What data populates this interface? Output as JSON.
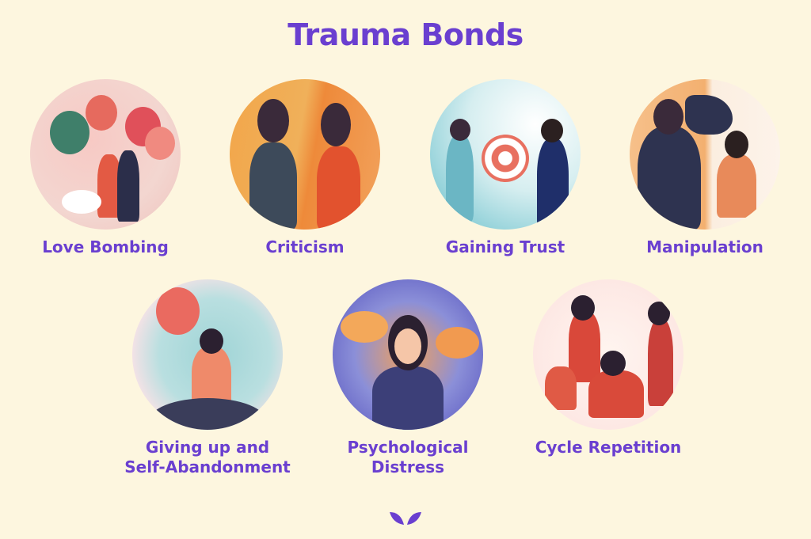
{
  "title": "Trauma Bonds",
  "stages": [
    {
      "label": "Love Bombing",
      "icon": "love-bombing-illustration"
    },
    {
      "label": "Criticism",
      "icon": "criticism-illustration"
    },
    {
      "label": "Gaining Trust",
      "icon": "gaining-trust-illustration"
    },
    {
      "label": "Manipulation",
      "icon": "manipulation-illustration"
    },
    {
      "label_line1": "Giving up and",
      "label_line2": "Self-Abandonment",
      "icon": "giving-up-illustration"
    },
    {
      "label_line1": "Psychological",
      "label_line2": "Distress",
      "icon": "psychological-distress-illustration"
    },
    {
      "label": "Cycle Repetition",
      "icon": "cycle-repetition-illustration"
    }
  ],
  "colors": {
    "accent": "#6a3fd0",
    "background": "#fdf6df"
  }
}
